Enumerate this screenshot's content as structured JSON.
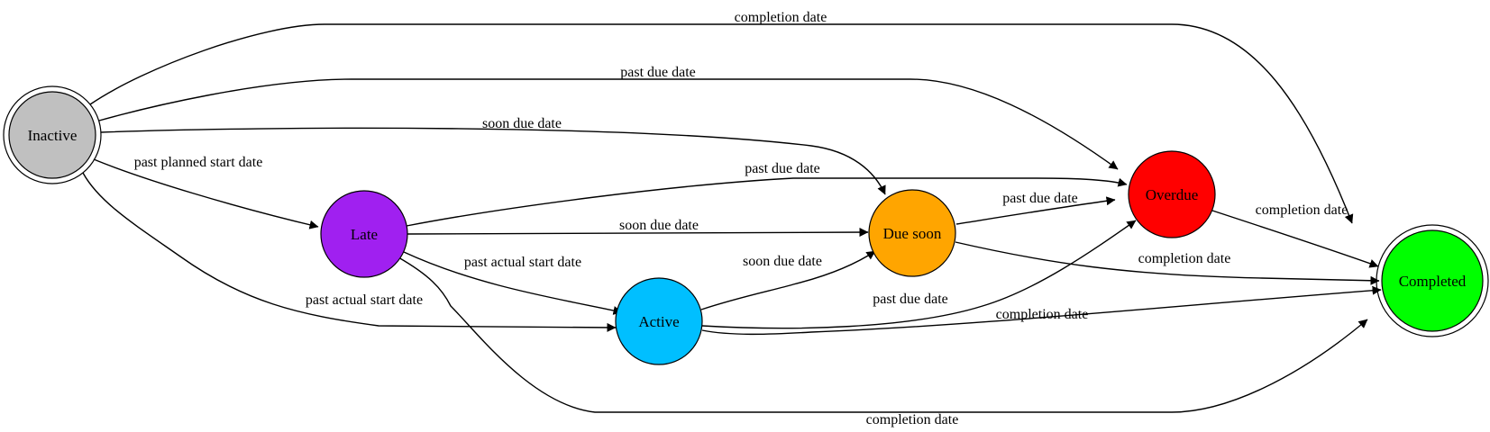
{
  "nodes": {
    "inactive": {
      "label": "Inactive",
      "color": "#c0c0c0",
      "double": true
    },
    "late": {
      "label": "Late",
      "color": "#a020f0",
      "double": false
    },
    "active": {
      "label": "Active",
      "color": "#00bfff",
      "double": false
    },
    "due_soon": {
      "label": "Due soon",
      "color": "#ffa500",
      "double": false
    },
    "overdue": {
      "label": "Overdue",
      "color": "#ff0000",
      "double": false
    },
    "completed": {
      "label": "Completed",
      "color": "#00ff00",
      "double": true
    }
  },
  "edges": [
    {
      "from": "inactive",
      "to": "completed",
      "label": "completion date"
    },
    {
      "from": "inactive",
      "to": "overdue",
      "label": "past due date"
    },
    {
      "from": "inactive",
      "to": "due_soon",
      "label": "soon due date"
    },
    {
      "from": "inactive",
      "to": "late",
      "label": "past planned start date"
    },
    {
      "from": "inactive",
      "to": "active",
      "label": "past actual start date"
    },
    {
      "from": "late",
      "to": "overdue",
      "label": "past due date"
    },
    {
      "from": "late",
      "to": "due_soon",
      "label": "soon due date"
    },
    {
      "from": "late",
      "to": "active",
      "label": "past actual start date"
    },
    {
      "from": "late",
      "to": "completed",
      "label": "completion date"
    },
    {
      "from": "active",
      "to": "due_soon",
      "label": "soon due date"
    },
    {
      "from": "active",
      "to": "overdue",
      "label": "past due date"
    },
    {
      "from": "active",
      "to": "completed",
      "label": "completion date"
    },
    {
      "from": "due_soon",
      "to": "overdue",
      "label": "past due date"
    },
    {
      "from": "due_soon",
      "to": "completed",
      "label": "completion date"
    },
    {
      "from": "overdue",
      "to": "completed",
      "label": "completion date"
    }
  ]
}
